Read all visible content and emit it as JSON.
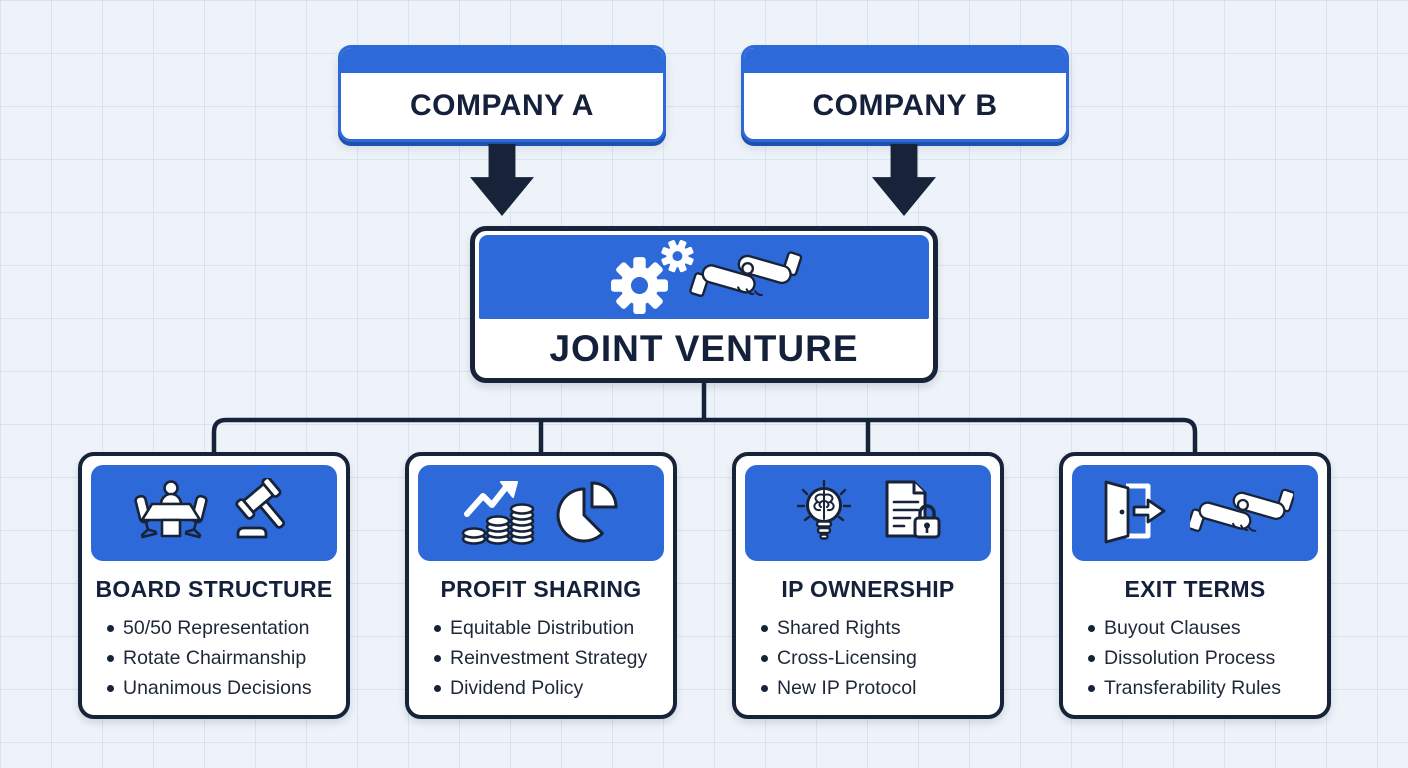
{
  "diagram": {
    "parents": [
      {
        "label": "COMPANY A"
      },
      {
        "label": "COMPANY B"
      }
    ],
    "hub": {
      "label": "JOINT VENTURE",
      "icon": "gears-handshake-icon"
    },
    "cards": [
      {
        "title": "BOARD STRUCTURE",
        "icons": [
          "meeting-table-icon",
          "gavel-icon"
        ],
        "items": [
          "50/50 Representation",
          "Rotate Chairmanship",
          "Unanimous Decisions"
        ]
      },
      {
        "title": "PROFIT SHARING",
        "icons": [
          "coins-growth-icon",
          "pie-chart-icon"
        ],
        "items": [
          "Equitable Distribution",
          "Reinvestment Strategy",
          "Dividend Policy"
        ]
      },
      {
        "title": "IP OWNERSHIP",
        "icons": [
          "idea-bulb-icon",
          "document-lock-icon"
        ],
        "items": [
          "Shared Rights",
          "Cross-Licensing",
          "New IP Protocol"
        ]
      },
      {
        "title": "EXIT TERMS",
        "icons": [
          "exit-door-icon",
          "handshake-icon"
        ],
        "items": [
          "Buyout Clauses",
          "Dissolution Process",
          "Transferability Rules"
        ]
      }
    ],
    "colors": {
      "primary_blue": "#2e69d9",
      "dark_navy": "#172338",
      "background": "#eef3f9",
      "card_bg": "#ffffff"
    }
  }
}
